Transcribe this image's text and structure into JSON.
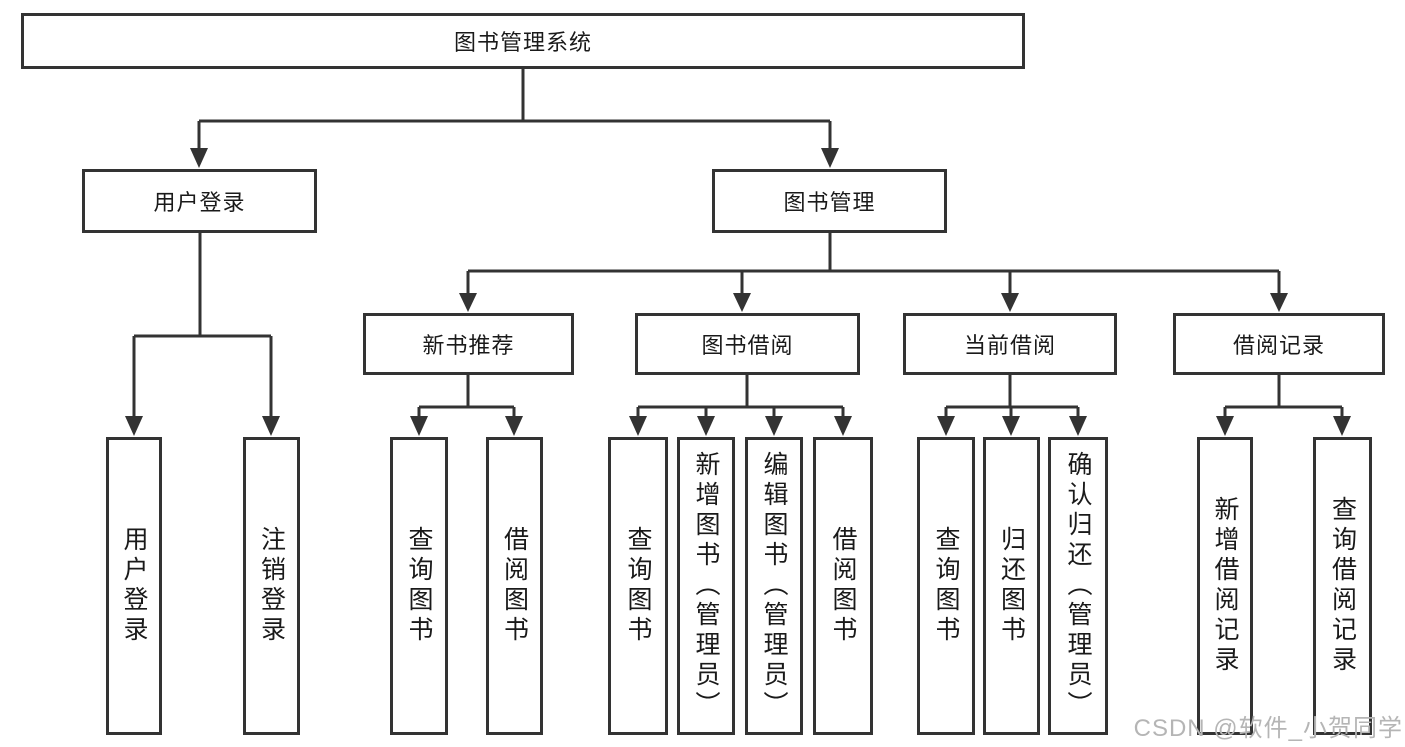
{
  "diagram": {
    "root": {
      "label": "图书管理系统"
    },
    "branches": [
      {
        "label": "用户登录",
        "children": [
          {
            "label": "用户登录"
          },
          {
            "label": "注销登录"
          }
        ]
      },
      {
        "label": "图书管理",
        "children": [
          {
            "label": "新书推荐",
            "children": [
              {
                "label": "查询图书"
              },
              {
                "label": "借阅图书"
              }
            ]
          },
          {
            "label": "图书借阅",
            "children": [
              {
                "label": "查询图书"
              },
              {
                "label": "新增图书（管理员）"
              },
              {
                "label": "编辑图书（管理员）"
              },
              {
                "label": "借阅图书"
              }
            ]
          },
          {
            "label": "当前借阅",
            "children": [
              {
                "label": "查询图书"
              },
              {
                "label": "归还图书"
              },
              {
                "label": "确认归还（管理员）"
              }
            ]
          },
          {
            "label": "借阅记录",
            "children": [
              {
                "label": "新增借阅记录"
              },
              {
                "label": "查询借阅记录"
              }
            ]
          }
        ]
      }
    ]
  },
  "watermark": {
    "text": "CSDN @软件_小贺同学"
  },
  "colors": {
    "line": "#333333",
    "text": "#1a1a1a",
    "watermark": "#b5b5b5",
    "background": "#ffffff"
  }
}
